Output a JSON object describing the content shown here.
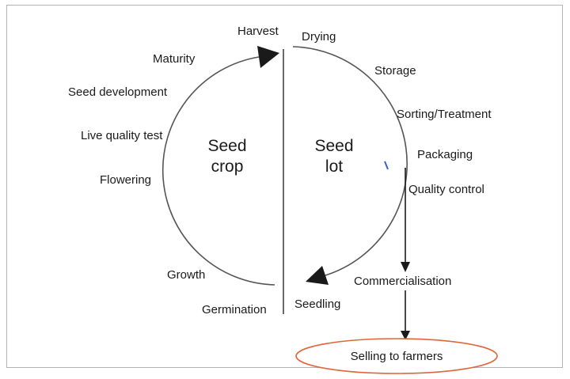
{
  "cycle": {
    "left_label": "Seed crop",
    "right_label": "Seed lot"
  },
  "labels": {
    "harvest": "Harvest",
    "drying": "Drying",
    "maturity": "Maturity",
    "storage": "Storage",
    "seed_development": "Seed development",
    "sorting_treatment": "Sorting/Treatment",
    "live_quality_test": "Live quality test",
    "packaging": "Packaging",
    "flowering": "Flowering",
    "quality_control": "Quality control",
    "growth": "Growth",
    "commercialisation": "Commercialisation",
    "germination": "Germination",
    "seedling": "Seedling"
  },
  "outcome": "Selling to farmers",
  "colors": {
    "arc_stroke": "#555555",
    "arrow_fill": "#1a1a1a",
    "ellipse_stroke": "#e0653c",
    "border": "#b3b3b3",
    "stray_mark": "#3a5fcd",
    "text": "#1a1a1a"
  }
}
